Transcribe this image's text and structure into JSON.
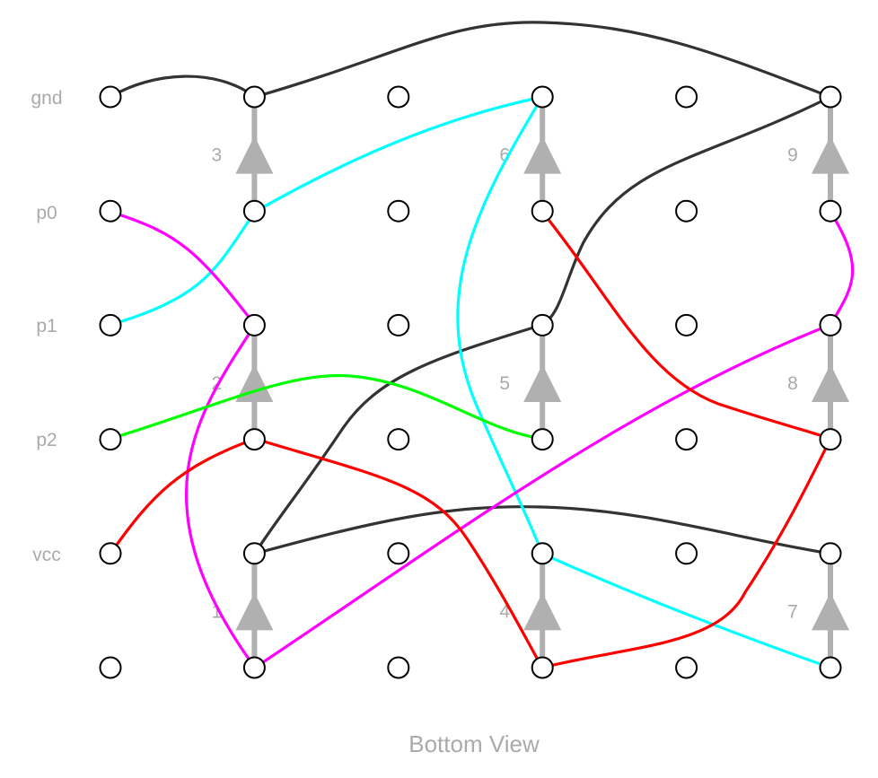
{
  "title": "Bottom View",
  "row_labels": [
    "gnd",
    "p0",
    "p1",
    "p2",
    "vcc"
  ],
  "grid": {
    "columns": 6,
    "rows": 6
  },
  "colors": {
    "dark": "#333333",
    "cyan": "#00ffff",
    "magenta": "#ff00ff",
    "green": "#00ff00",
    "red": "#ff0000",
    "diode": "#b0b0b0"
  },
  "diodes": [
    {
      "label": "1",
      "col": 1,
      "from_row": 5,
      "to_row": 4
    },
    {
      "label": "2",
      "col": 1,
      "from_row": 3,
      "to_row": 2
    },
    {
      "label": "3",
      "col": 1,
      "from_row": 1,
      "to_row": 0
    },
    {
      "label": "4",
      "col": 3,
      "from_row": 5,
      "to_row": 4
    },
    {
      "label": "5",
      "col": 3,
      "from_row": 3,
      "to_row": 2
    },
    {
      "label": "6",
      "col": 3,
      "from_row": 1,
      "to_row": 0
    },
    {
      "label": "7",
      "col": 5,
      "from_row": 5,
      "to_row": 4
    },
    {
      "label": "8",
      "col": 5,
      "from_row": 3,
      "to_row": 2
    },
    {
      "label": "9",
      "col": 5,
      "from_row": 1,
      "to_row": 0
    }
  ],
  "wires": [
    {
      "color": "dark",
      "from": [
        0,
        0
      ],
      "to": [
        1,
        0
      ]
    },
    {
      "color": "dark",
      "from": [
        1,
        0
      ],
      "to": [
        5,
        0
      ]
    },
    {
      "color": "dark",
      "from": [
        5,
        0
      ],
      "to": [
        3,
        2
      ]
    },
    {
      "color": "dark",
      "from": [
        3,
        2
      ],
      "to": [
        1,
        4
      ]
    },
    {
      "color": "dark",
      "from": [
        1,
        4
      ],
      "to": [
        5,
        4
      ]
    },
    {
      "color": "cyan",
      "from": [
        3,
        0
      ],
      "to": [
        1,
        1
      ]
    },
    {
      "color": "cyan",
      "from": [
        1,
        1
      ],
      "to": [
        0,
        2
      ]
    },
    {
      "color": "cyan",
      "from": [
        3,
        0
      ],
      "to": [
        3,
        4
      ]
    },
    {
      "color": "cyan",
      "from": [
        3,
        4
      ],
      "to": [
        5,
        5
      ]
    },
    {
      "color": "magenta",
      "from": [
        0,
        1
      ],
      "to": [
        1,
        2
      ]
    },
    {
      "color": "magenta",
      "from": [
        1,
        2
      ],
      "to": [
        1,
        5
      ]
    },
    {
      "color": "magenta",
      "from": [
        1,
        5
      ],
      "to": [
        5,
        2
      ]
    },
    {
      "color": "magenta",
      "from": [
        5,
        1
      ],
      "to": [
        5,
        2
      ]
    },
    {
      "color": "green",
      "from": [
        0,
        3
      ],
      "to": [
        3,
        3
      ]
    },
    {
      "color": "red",
      "from": [
        0,
        4
      ],
      "to": [
        1,
        3
      ]
    },
    {
      "color": "red",
      "from": [
        1,
        3
      ],
      "to": [
        3,
        5
      ]
    },
    {
      "color": "red",
      "from": [
        3,
        1
      ],
      "to": [
        5,
        3
      ]
    },
    {
      "color": "red",
      "from": [
        3,
        5
      ],
      "to": [
        5,
        3
      ]
    }
  ]
}
